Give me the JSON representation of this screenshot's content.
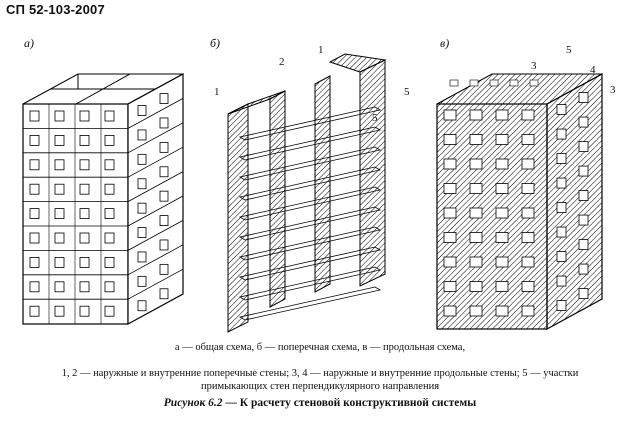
{
  "header": {
    "code": "СП 52-103-2007"
  },
  "panels": [
    {
      "label": "а)"
    },
    {
      "label": "б)"
    },
    {
      "label": "в)"
    }
  ],
  "callouts_b": [
    "1",
    "2",
    "1",
    "5",
    "5"
  ],
  "callouts_c": [
    "3",
    "5",
    "4",
    "3"
  ],
  "caption": {
    "line1": "а — общая схема, б — поперечная схема, в — продольная схема,",
    "line2": "1, 2 — наружные и внутренние поперечные стены; 3, 4 — наружные и внутренние продольные стены; 5 — участки",
    "line3": "примыкающих стен перпендикулярного направления"
  },
  "figure_title": {
    "number": "Рисунок 6.2",
    "text": " — К расчету стеновой конструктивной системы"
  }
}
